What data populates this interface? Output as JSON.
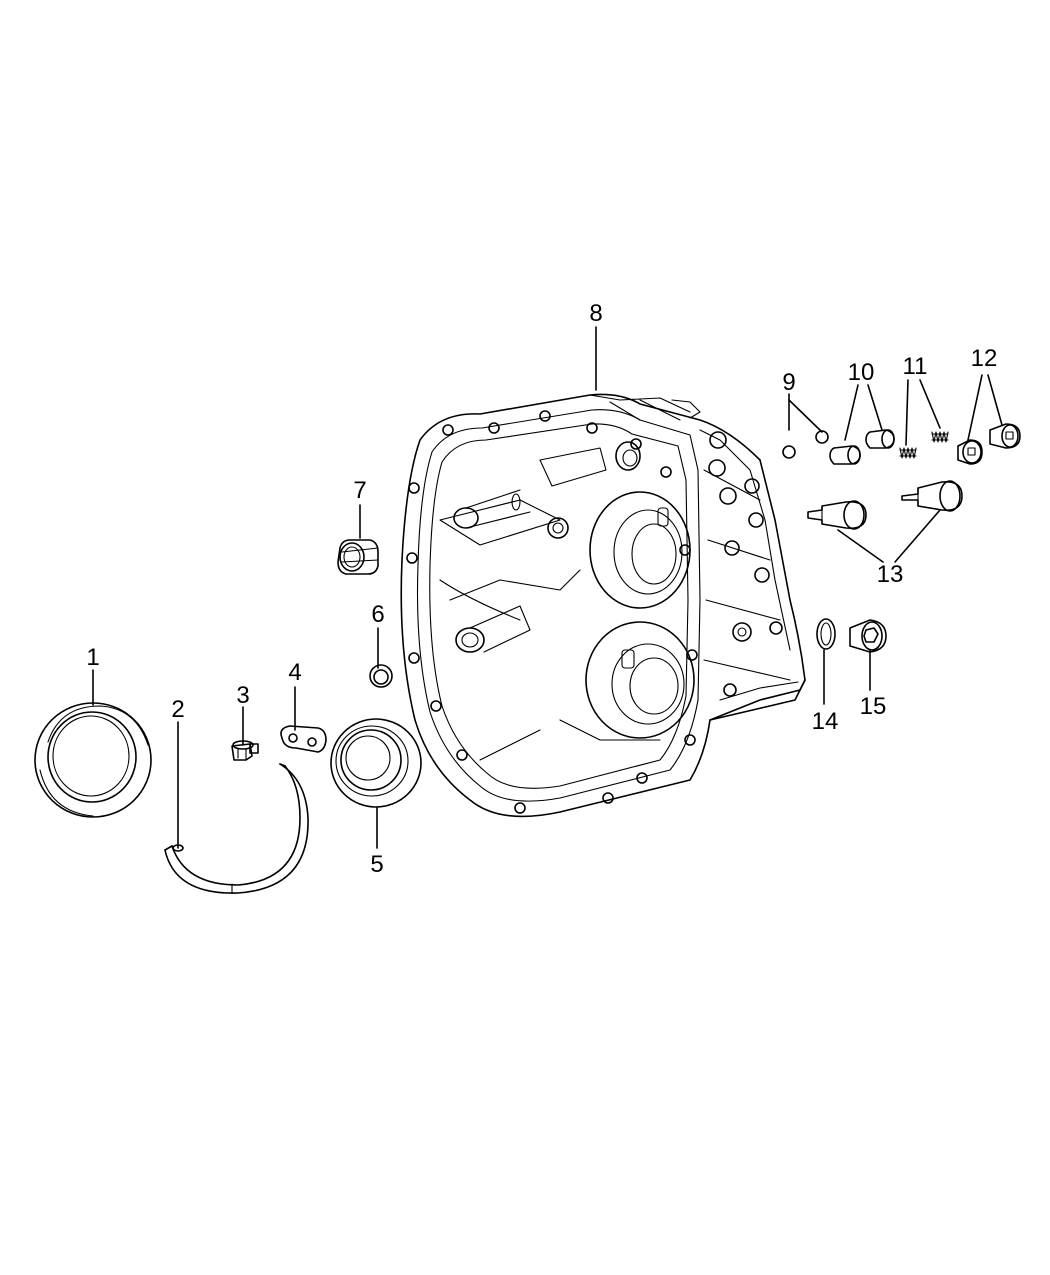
{
  "callouts": [
    {
      "id": "callout-1",
      "text": "1"
    },
    {
      "id": "callout-2",
      "text": "2"
    },
    {
      "id": "callout-3",
      "text": "3"
    },
    {
      "id": "callout-4",
      "text": "4"
    },
    {
      "id": "callout-5",
      "text": "5"
    },
    {
      "id": "callout-6",
      "text": "6"
    },
    {
      "id": "callout-7",
      "text": "7"
    },
    {
      "id": "callout-8",
      "text": "8"
    },
    {
      "id": "callout-9",
      "text": "9"
    },
    {
      "id": "callout-10",
      "text": "10"
    },
    {
      "id": "callout-11",
      "text": "11"
    },
    {
      "id": "callout-12",
      "text": "12"
    },
    {
      "id": "callout-13",
      "text": "13"
    },
    {
      "id": "callout-14",
      "text": "14"
    },
    {
      "id": "callout-15",
      "text": "15"
    }
  ]
}
